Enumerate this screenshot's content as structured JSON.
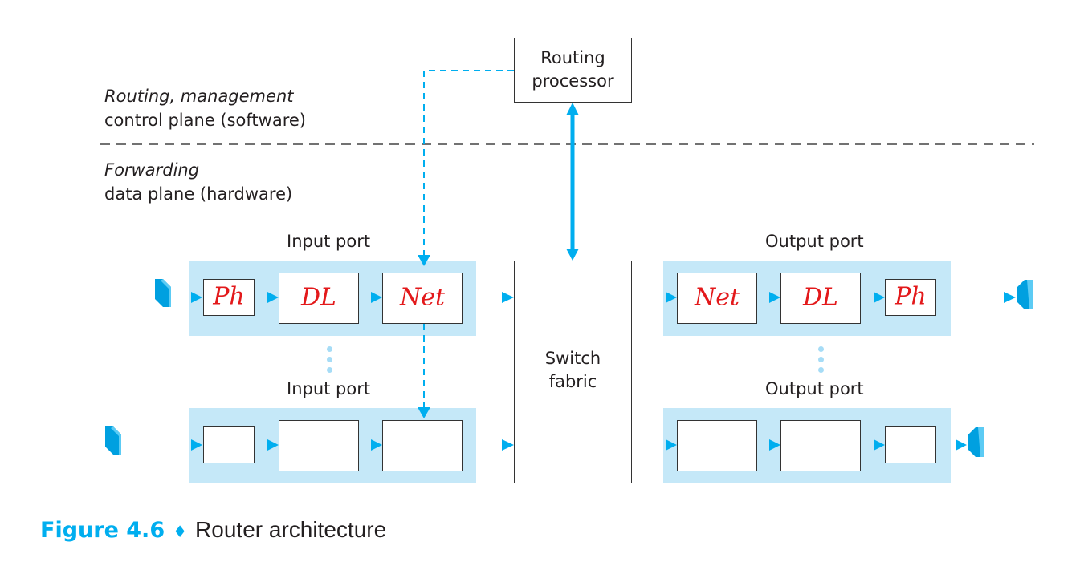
{
  "diagram": {
    "plane_labels": {
      "control": {
        "title": "Routing, management",
        "subtitle": "control plane (software)"
      },
      "data": {
        "title": "Forwarding",
        "subtitle": "data plane (hardware)"
      }
    },
    "routing_processor": {
      "line1": "Routing",
      "line2": "processor"
    },
    "switch_fabric": {
      "line1": "Switch",
      "line2": "fabric"
    },
    "input_ports": [
      {
        "label": "Input port",
        "stages": [
          {
            "annotation": "Ph"
          },
          {
            "annotation": "DL"
          },
          {
            "annotation": "Net"
          }
        ]
      },
      {
        "label": "Input port",
        "stages": [
          {
            "annotation": ""
          },
          {
            "annotation": ""
          },
          {
            "annotation": ""
          }
        ]
      }
    ],
    "output_ports": [
      {
        "label": "Output port",
        "stages": [
          {
            "annotation": "Net"
          },
          {
            "annotation": "DL"
          },
          {
            "annotation": "Ph"
          }
        ]
      },
      {
        "label": "Output port",
        "stages": [
          {
            "annotation": ""
          },
          {
            "annotation": ""
          },
          {
            "annotation": ""
          }
        ]
      }
    ],
    "colors": {
      "accent": "#00aeef",
      "port_background": "#c5e8f8",
      "handwriting": "#e3191b",
      "box_border": "#333333"
    }
  },
  "caption": {
    "figure_number": "Figure 4.6",
    "separator": "♦",
    "title": "Router architecture"
  }
}
